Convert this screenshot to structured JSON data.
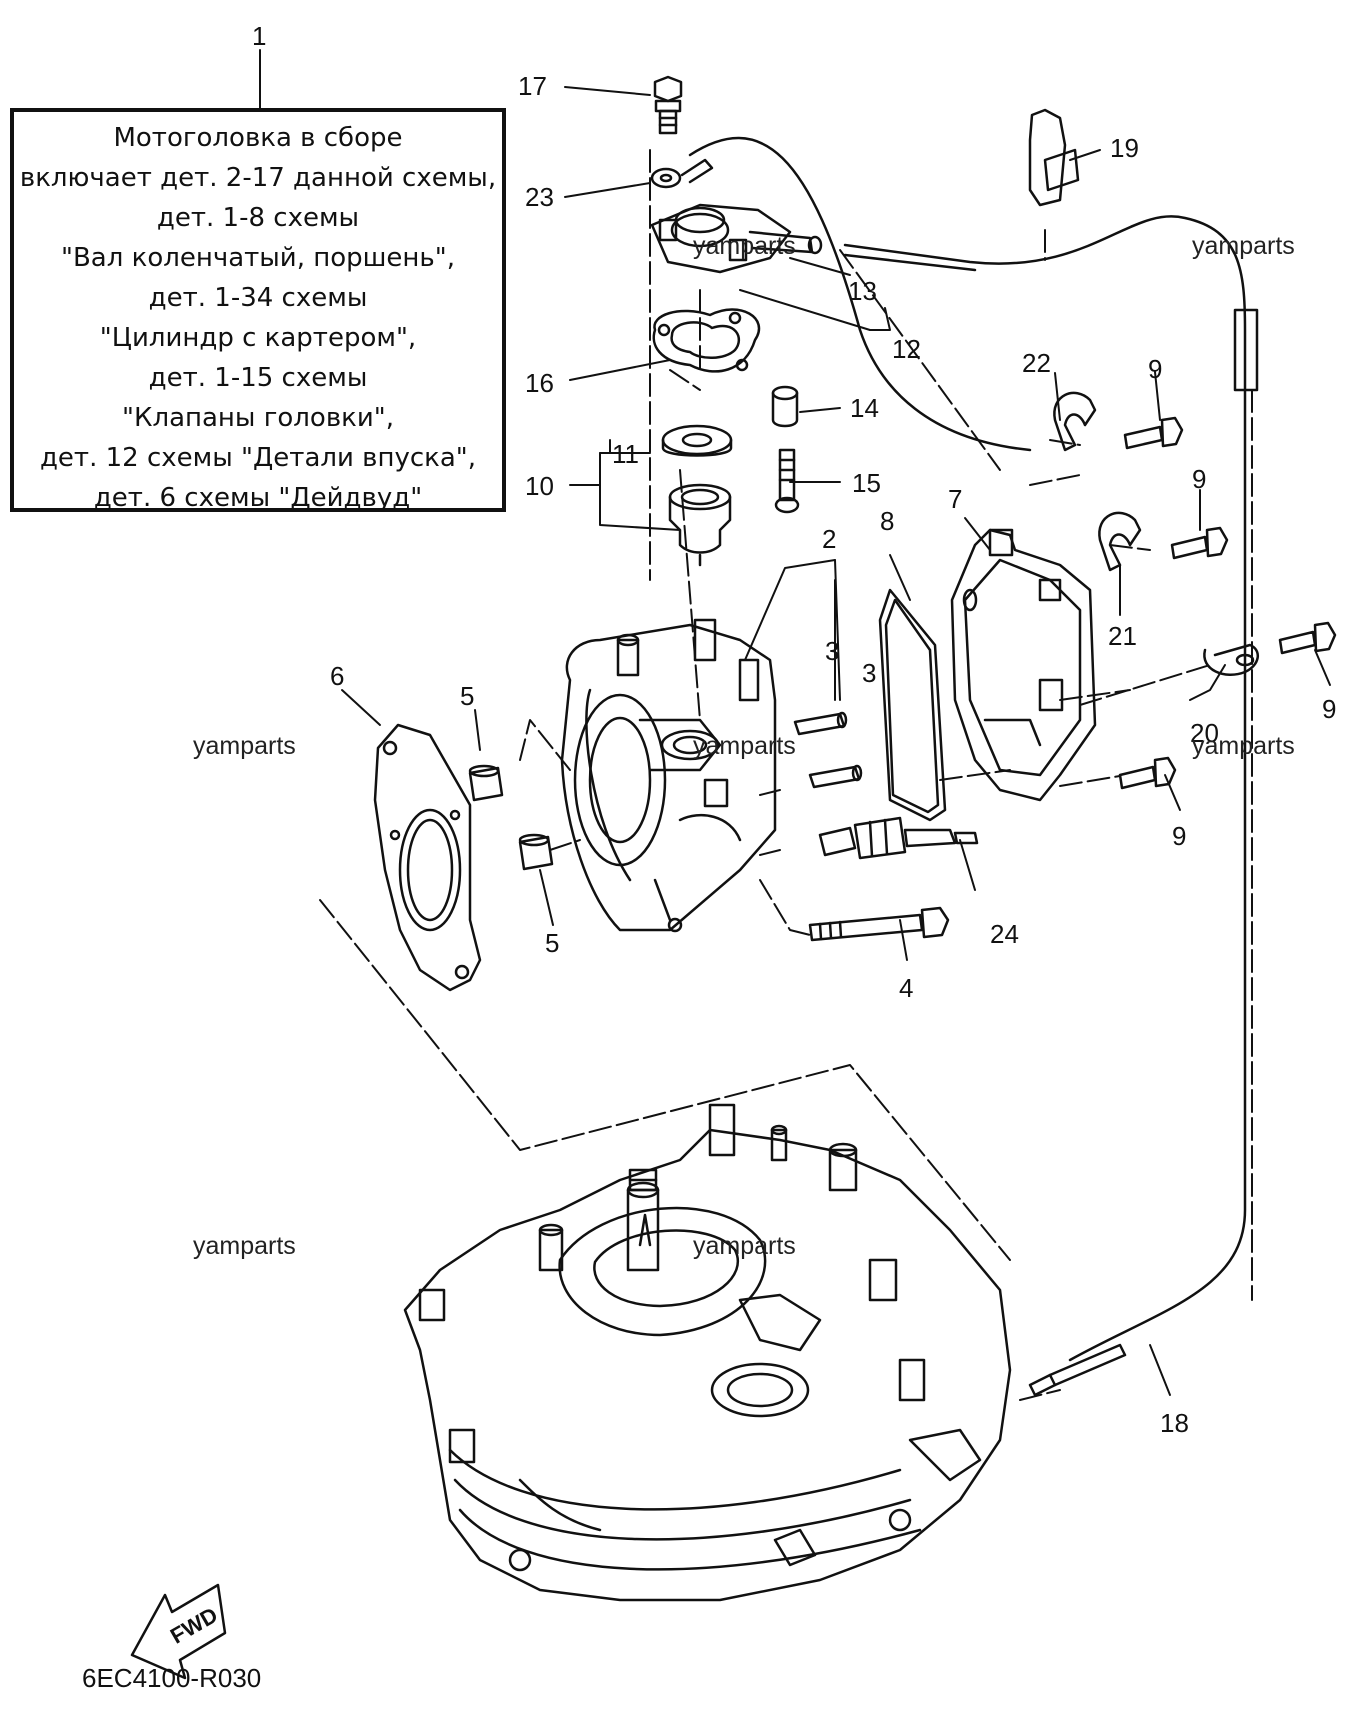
{
  "assembly_box": {
    "lines": [
      "Мотоголовка в сборе",
      "включает дет. 2-17 данной схемы,",
      "дет. 1-8 схемы",
      "\"Вал коленчатый, поршень\",",
      "дет. 1-34 схемы",
      "\"Цилиндр с картером\",",
      "дет. 1-15 схемы",
      "\"Клапаны головки\",",
      "дет. 12 схемы \"Детали впуска\",",
      "дет. 6 схемы \"Дейдвуд\""
    ]
  },
  "part_labels": [
    "1",
    "2",
    "3",
    "3",
    "4",
    "5",
    "5",
    "6",
    "7",
    "8",
    "9",
    "9",
    "9",
    "9",
    "10",
    "11",
    "12",
    "13",
    "14",
    "15",
    "16",
    "17",
    "18",
    "19",
    "20",
    "21",
    "22",
    "23",
    "24"
  ],
  "watermarks": [
    "yamparts",
    "yamparts",
    "yamparts",
    "yamparts",
    "yamparts",
    "yamparts",
    "yamparts"
  ],
  "fwd_label": "FWD",
  "diagram_code": "6EC4100-R030"
}
